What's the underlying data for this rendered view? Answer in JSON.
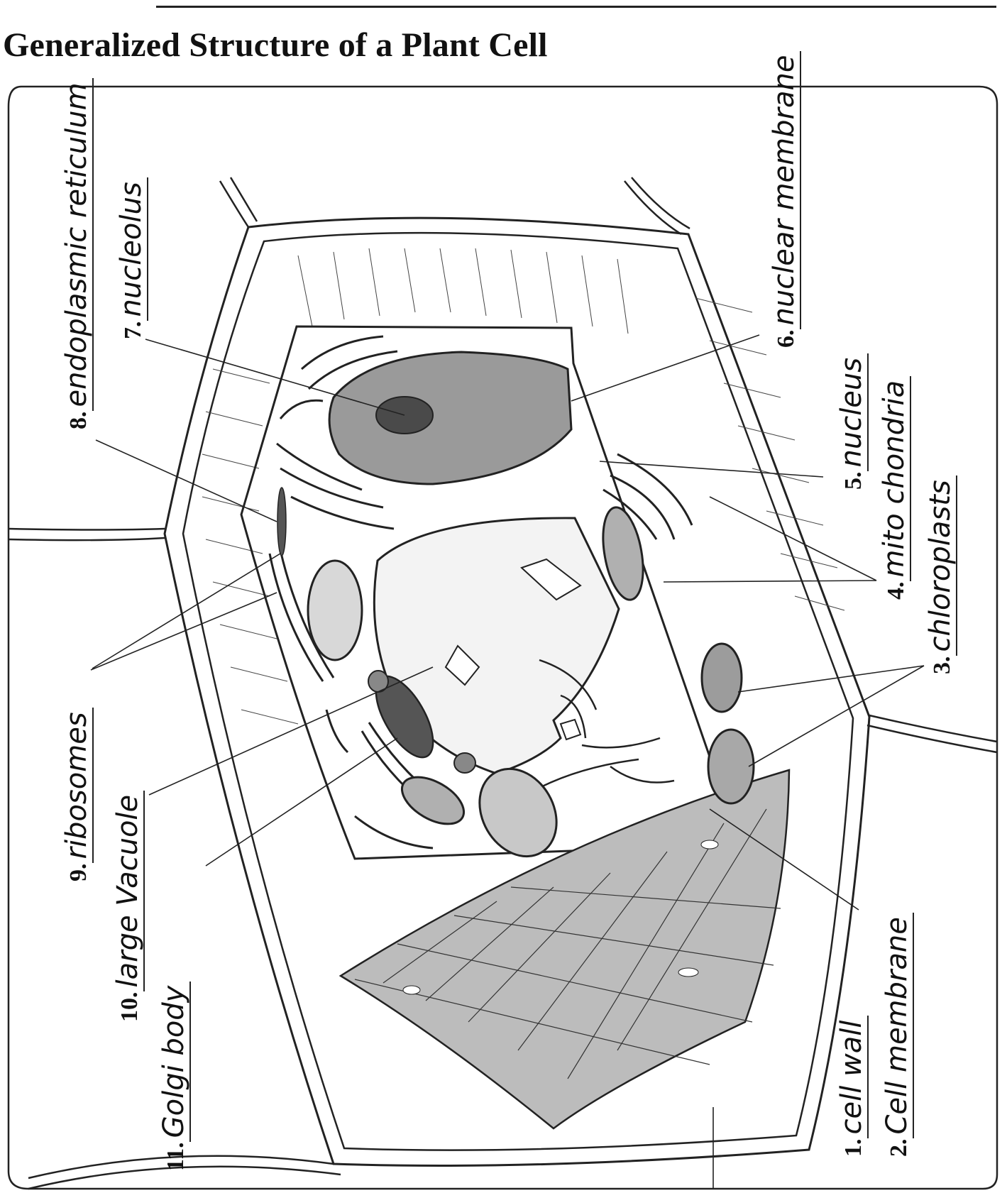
{
  "title": "Generalized Structure of a Plant Cell",
  "labels": [
    {
      "number": "1.",
      "answer": "cell wall"
    },
    {
      "number": "2.",
      "answer": "Cell membrane"
    },
    {
      "number": "3.",
      "answer": "chloroplasts"
    },
    {
      "number": "4.",
      "answer": "mito chondria"
    },
    {
      "number": "5.",
      "answer": "nucleus"
    },
    {
      "number": "6.",
      "answer": "nuclear membrane"
    },
    {
      "number": "7.",
      "answer": "nucleolus"
    },
    {
      "number": "8.",
      "answer": "endoplasmic reticulum"
    },
    {
      "number": "9.",
      "answer": "ribosomes"
    },
    {
      "number": "10.",
      "answer": "large Vacuole"
    },
    {
      "number": "11.",
      "answer": "Golgi body"
    }
  ]
}
